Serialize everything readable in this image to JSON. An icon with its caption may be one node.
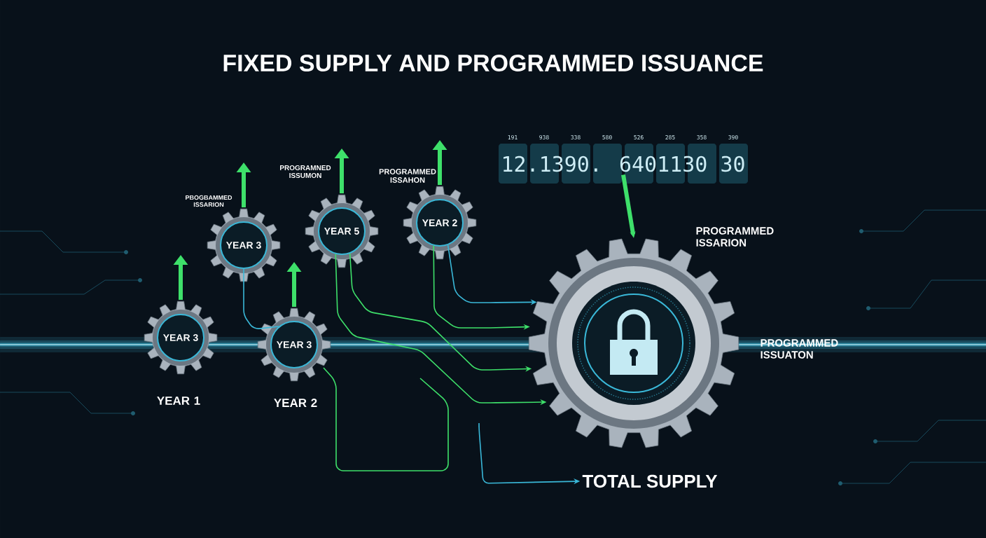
{
  "diagram": {
    "title": "FIXED SUPPLY AND PROGRAMMED ISSUANCE",
    "nodes": [
      {
        "text": [
          "YEAR 3"
        ],
        "beside": [
          "YEAR 1"
        ]
      },
      {
        "text": [
          "YEAR 3"
        ],
        "beside": [
          "PBOGBAMMED ISSARION"
        ]
      },
      {
        "text": [
          "YEAR 5"
        ],
        "beside": [
          "PROGRAMNED ISSUMON"
        ]
      },
      {
        "text": [
          "YEAR 2"
        ],
        "beside": [
          "PROGRAMMED ISSAHON"
        ]
      },
      {
        "text": [
          "YEAR 3"
        ],
        "beside": [
          "YEAR 2"
        ]
      },
      {
        "text": [
          "12.1390. 6401130 30"
        ]
      },
      {
        "text": [],
        "shape": "circle",
        "beside": [
          "PROGRAMMED ISSARION",
          "PROGRAMMED ISSUATON"
        ]
      },
      {
        "text": [
          "TOTAL SUPPLY"
        ]
      }
    ],
    "edges": [
      {
        "from": 3,
        "to": 6,
        "arrow": "to",
        "color": "#3ab8d8"
      },
      {
        "from": 3,
        "to": 6,
        "arrow": "to"
      },
      {
        "from": 2,
        "to": 6,
        "arrow": "to"
      },
      {
        "from": 2,
        "to": 6,
        "arrow": "to"
      },
      {
        "from": 1,
        "to": 4,
        "arrow": "none",
        "color": "#3ab8d8"
      },
      {
        "from": 5,
        "to": 6,
        "arrow": "to",
        "style": "thick"
      },
      {
        "from": null,
        "to": 7,
        "arrow": "to",
        "color": "#3ab8d8"
      }
    ],
    "labels": [
      "191",
      "938",
      "338",
      "580",
      "526",
      "285",
      "358",
      "390"
    ]
  }
}
